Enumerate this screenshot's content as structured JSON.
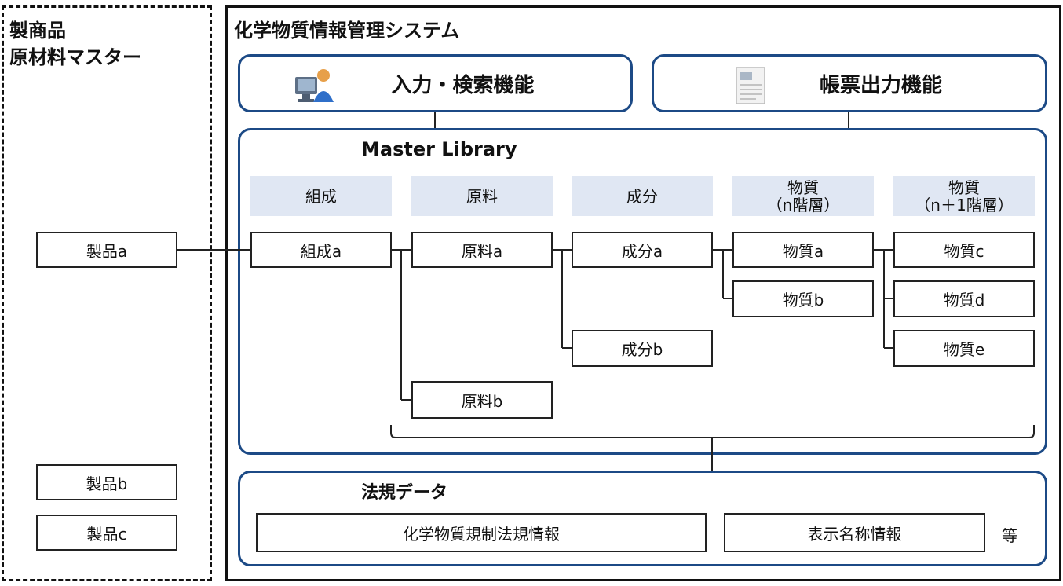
{
  "master": {
    "title_line1": "製商品",
    "title_line2": "原材料マスター",
    "products": [
      "製品a",
      "製品b",
      "製品c"
    ]
  },
  "system": {
    "title": "化学物質情報管理システム",
    "functions": {
      "input_search": {
        "label": "入力・検索機能",
        "icon": "user-computer-icon"
      },
      "report_output": {
        "label": "帳票出力機能",
        "icon": "document-icon"
      }
    }
  },
  "library": {
    "title": "Master Library",
    "categories": [
      {
        "line1": "組成",
        "line2": ""
      },
      {
        "line1": "原料",
        "line2": ""
      },
      {
        "line1": "成分",
        "line2": ""
      },
      {
        "line1": "物質",
        "line2": "（n階層）"
      },
      {
        "line1": "物質",
        "line2": "（n＋1階層）"
      }
    ],
    "nodes": {
      "composition_a": "組成a",
      "material_a": "原料a",
      "material_b": "原料b",
      "component_a": "成分a",
      "component_b": "成分b",
      "substance_a": "物質a",
      "substance_b": "物質b",
      "substance_c": "物質c",
      "substance_d": "物質d",
      "substance_e": "物質e"
    }
  },
  "regulatory": {
    "title": "法規データ",
    "items": [
      "化学物質規制法規情報",
      "表示名称情報"
    ],
    "etc": "等"
  },
  "colors": {
    "accent_border": "#1c4a86",
    "header_fill": "#e0e7f3"
  }
}
